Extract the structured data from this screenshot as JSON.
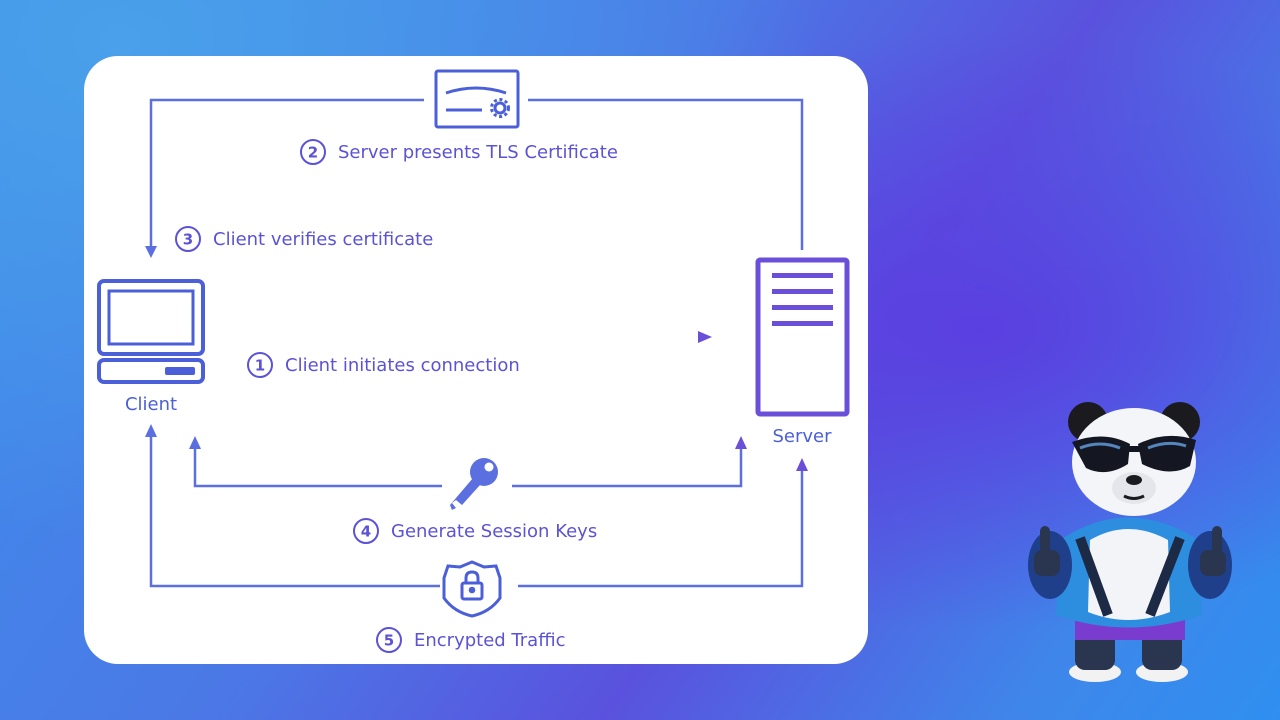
{
  "nodes": {
    "client": "Client",
    "server": "Server"
  },
  "steps": [
    {
      "number": "1",
      "label": "Client initiates connection"
    },
    {
      "number": "2",
      "label": "Server presents TLS Certificate"
    },
    {
      "number": "3",
      "label": "Client verifies certificate"
    },
    {
      "number": "4",
      "label": "Generate Session Keys"
    },
    {
      "number": "5",
      "label": "Encrypted Traffic"
    }
  ],
  "icons": {
    "client": "laptop-icon",
    "server": "server-icon",
    "certificate": "certificate-icon",
    "key": "key-icon",
    "lock": "shield-lock-icon",
    "mascot": "panda-mascot"
  },
  "colors": {
    "line": "#5b6fe0",
    "accent": "#6a4fd8",
    "card": "#ffffff"
  }
}
